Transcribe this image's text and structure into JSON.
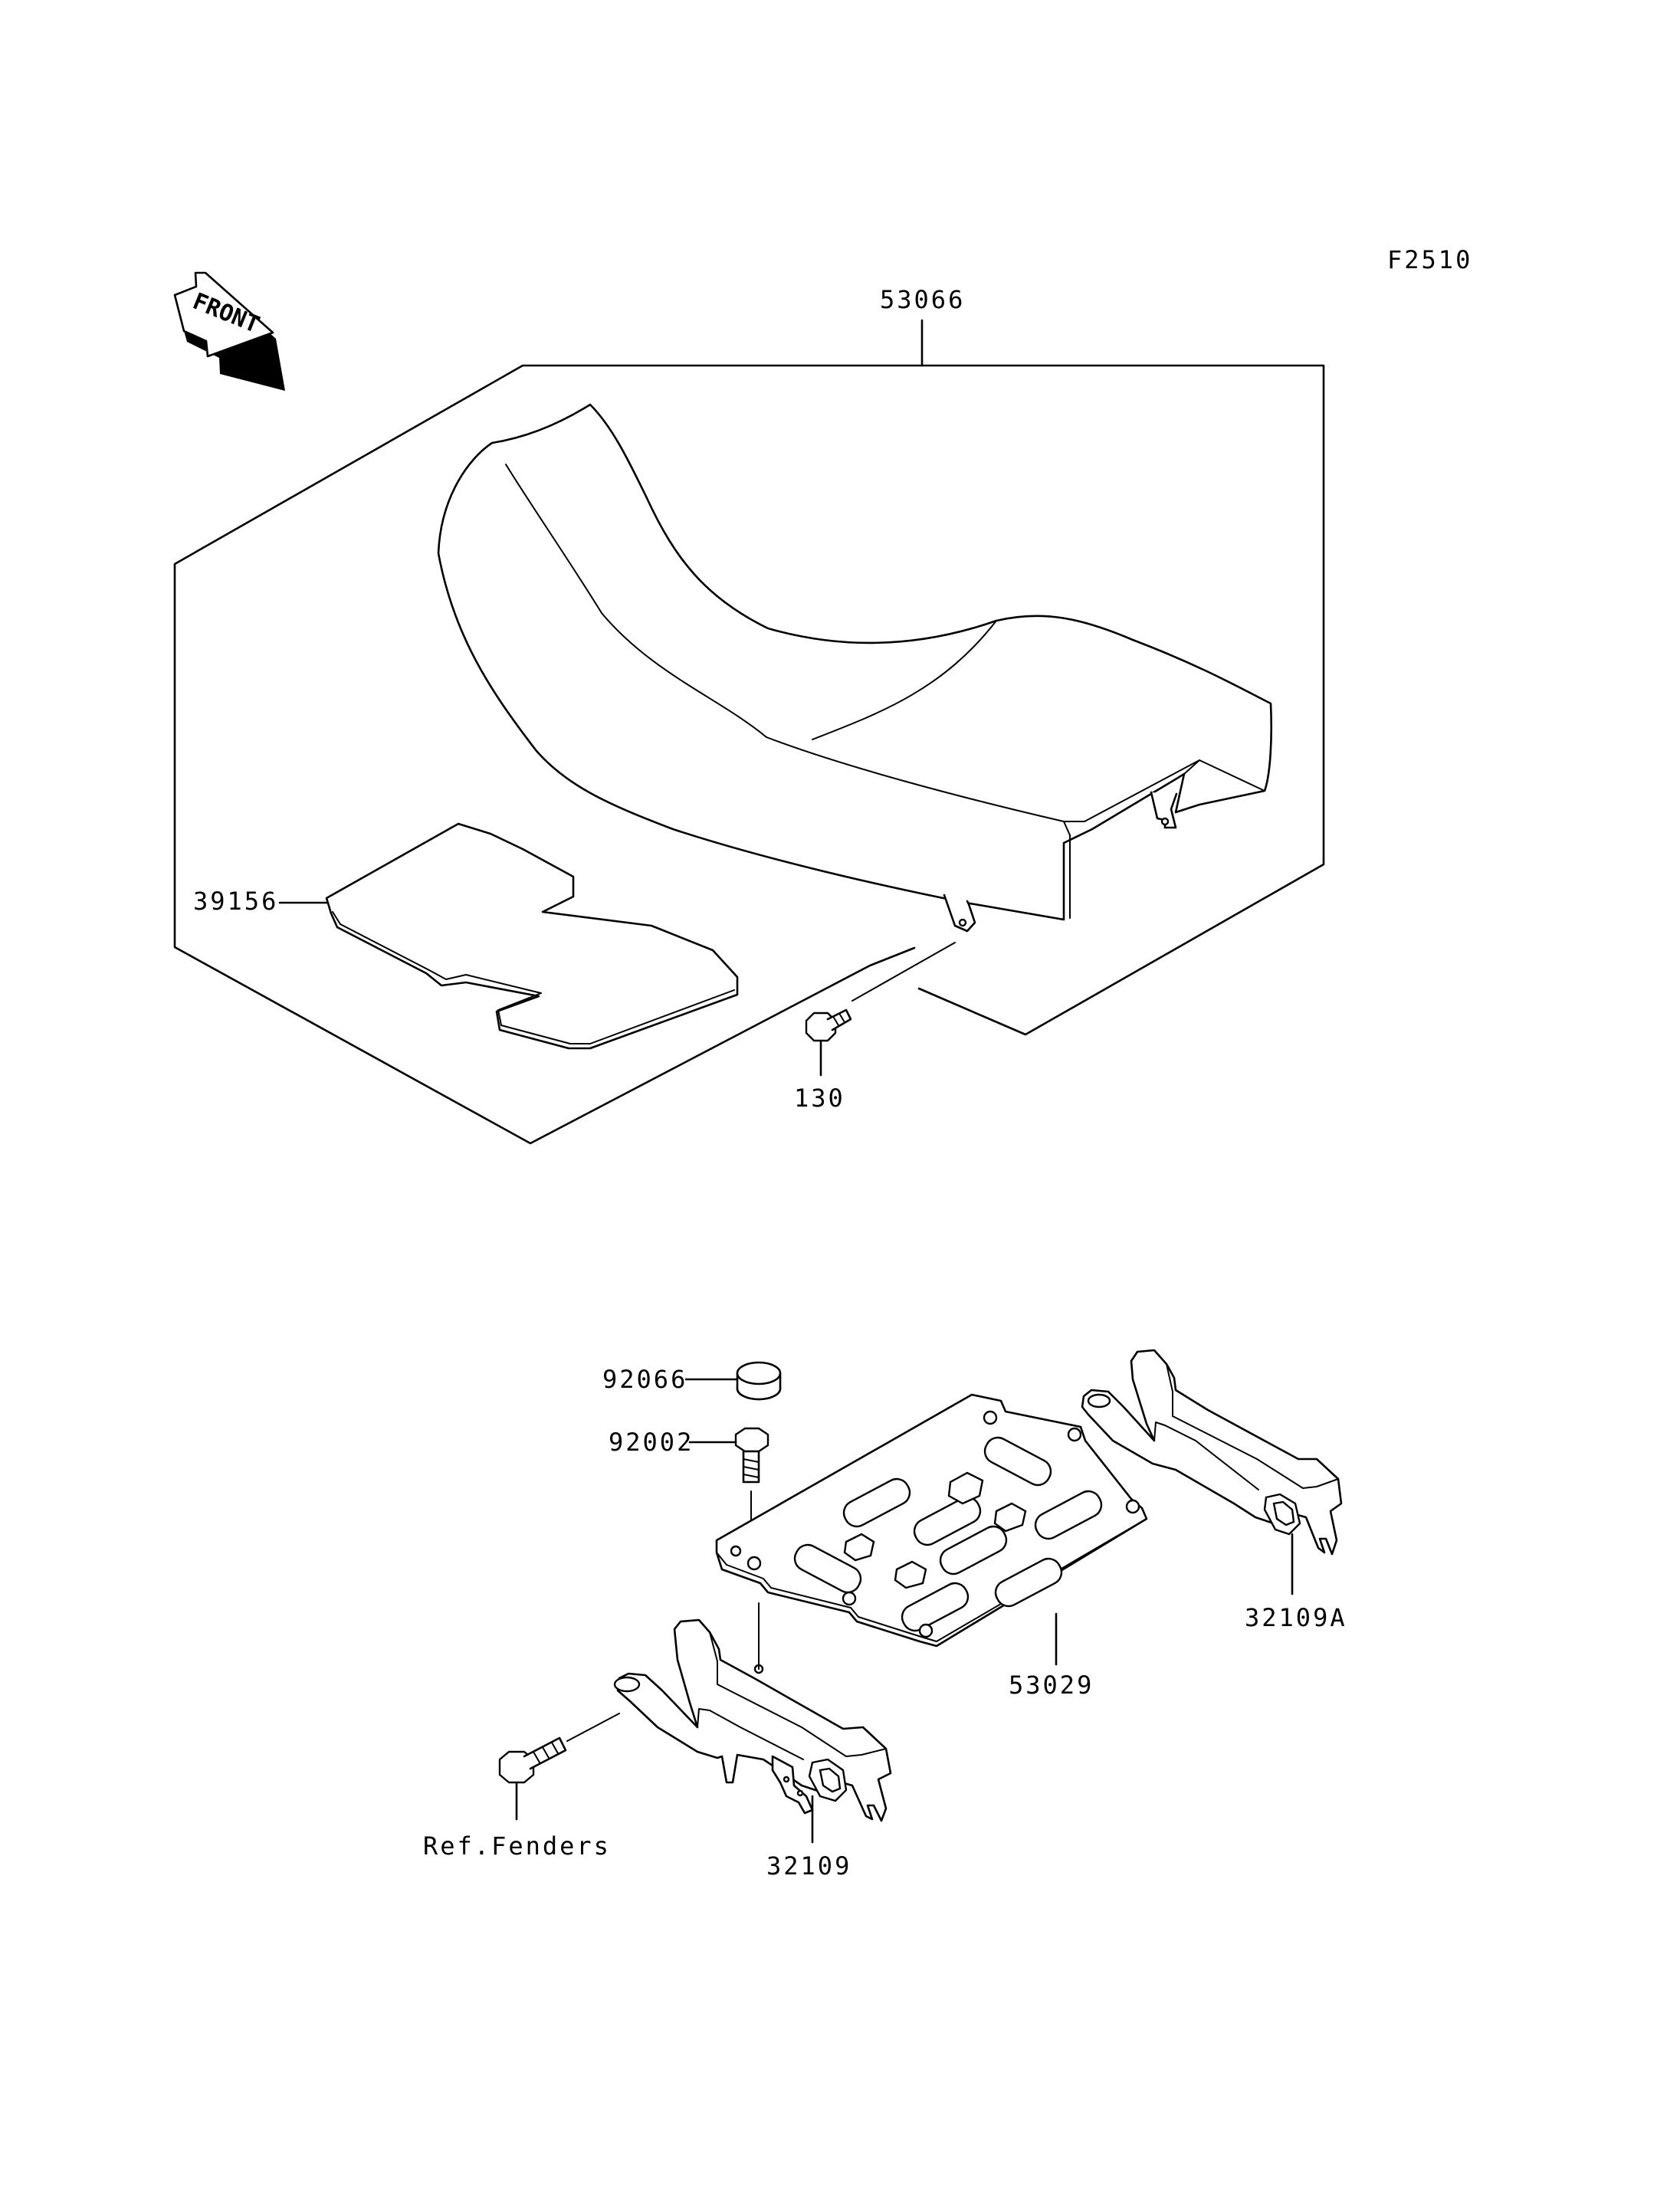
{
  "figure_code": "F2510",
  "front_marker": "FRONT",
  "parts": [
    {
      "id": "seat",
      "number": "53066"
    },
    {
      "id": "seat-pad",
      "number": "39156"
    },
    {
      "id": "seat-bolt",
      "number": "130"
    },
    {
      "id": "cap",
      "number": "92066"
    },
    {
      "id": "rack-bolt",
      "number": "92002"
    },
    {
      "id": "carrier-plate",
      "number": "53029"
    },
    {
      "id": "bracket-right",
      "number": "32109A"
    },
    {
      "id": "bracket-left",
      "number": "32109"
    }
  ],
  "reference": "Ref.Fenders"
}
